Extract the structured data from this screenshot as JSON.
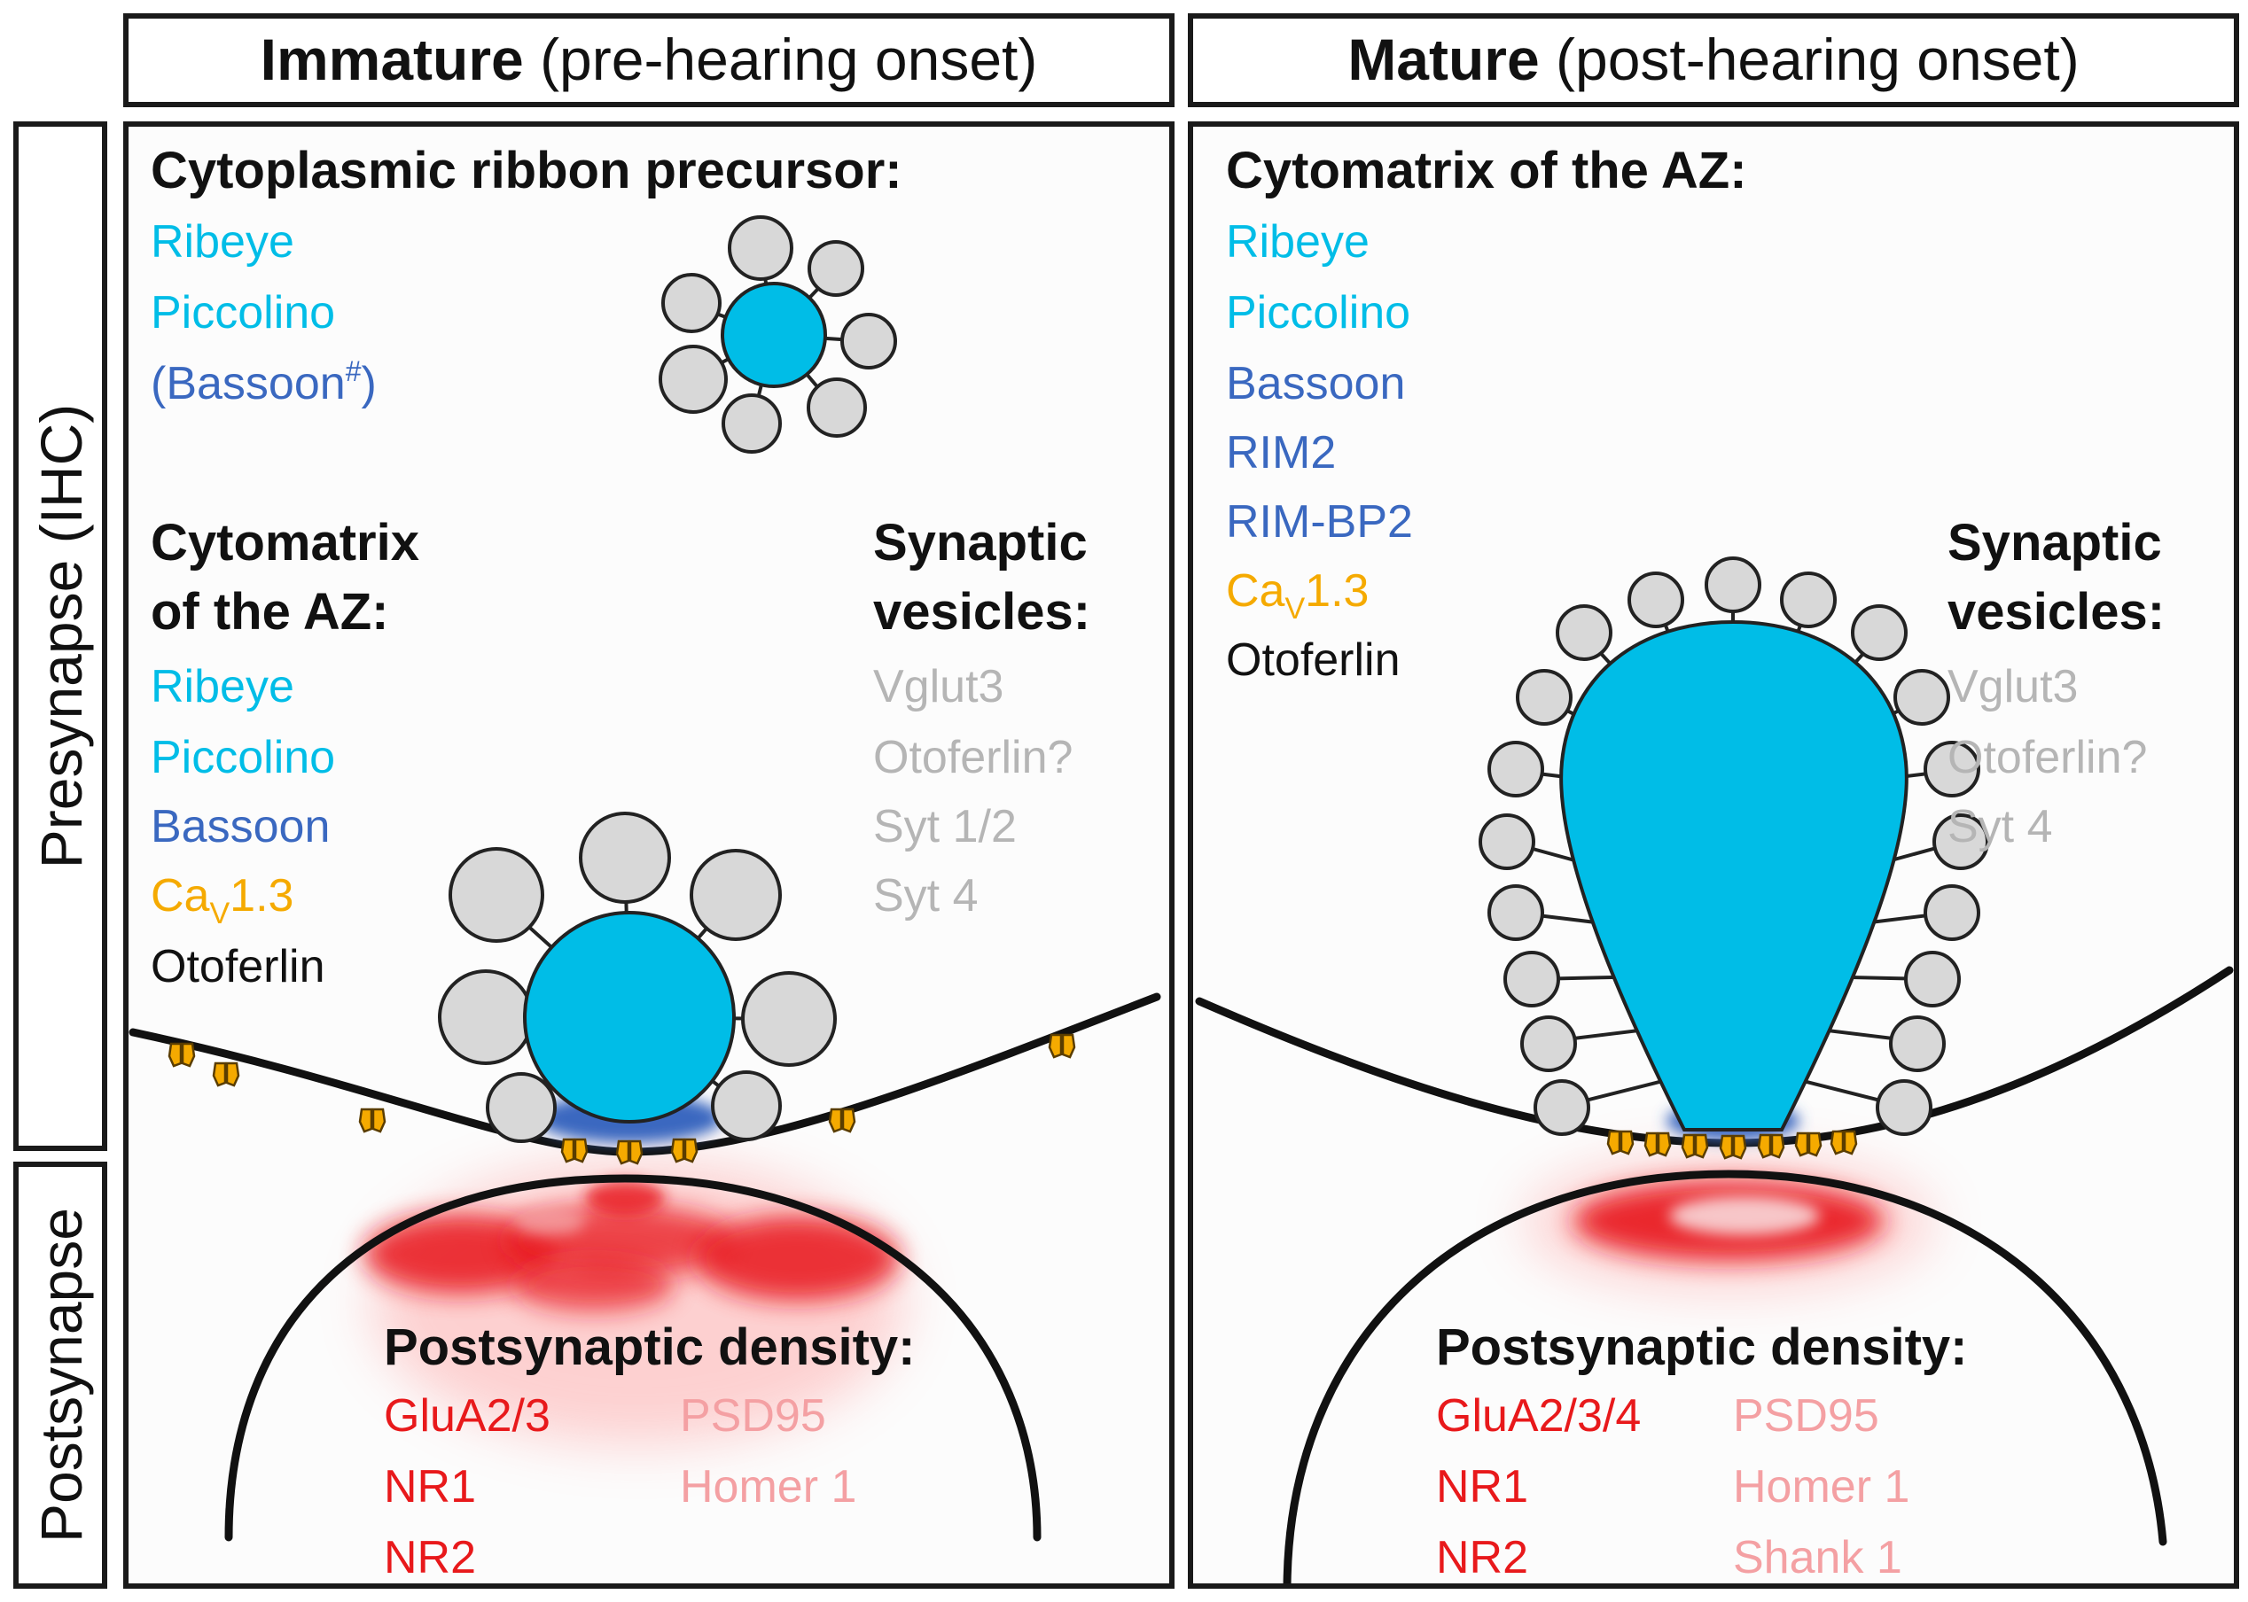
{
  "headers": {
    "immature": {
      "bold": "Immature",
      "rest": " (pre-hearing onset)"
    },
    "mature": {
      "bold": "Mature",
      "rest": " (post-hearing onset)"
    }
  },
  "side_labels": {
    "presynapse": "Presynapse (IHC)",
    "postsynapse": "Postsynapse"
  },
  "immature": {
    "precursor": {
      "heading": "Cytoplasmic ribbon precursor:",
      "items": [
        {
          "text": "Ribeye",
          "color": "#00bde7"
        },
        {
          "text": "Piccolino",
          "color": "#00bde7"
        },
        {
          "text": "(Bassoon",
          "sup": "#",
          "tail": ")",
          "color": "#3a68c0"
        }
      ]
    },
    "cytomatrix": {
      "heading_line1": "Cytomatrix",
      "heading_line2": "of the AZ:",
      "items": [
        {
          "text": "Ribeye",
          "color": "#00bde7"
        },
        {
          "text": "Piccolino",
          "color": "#00bde7"
        },
        {
          "text": "Bassoon",
          "color": "#3a68c0"
        },
        {
          "text": "Ca",
          "sub": "V",
          "tail": "1.3",
          "color": "#f5aa00"
        },
        {
          "text": "Otoferlin",
          "color": "#111111"
        }
      ]
    },
    "vesicles": {
      "heading_line1": "Synaptic",
      "heading_line2": "vesicles:",
      "items": [
        "Vglut3",
        "Otoferlin?",
        "Syt 1/2",
        "Syt 4"
      ],
      "color": "#b5b5b5"
    },
    "psd": {
      "heading": "Postsynaptic density:",
      "col1": [
        "GluA2/3",
        "NR1",
        "NR2"
      ],
      "col2": [
        "PSD95",
        "Homer 1"
      ]
    }
  },
  "mature": {
    "cytomatrix": {
      "heading": "Cytomatrix of the AZ:",
      "items": [
        {
          "text": "Ribeye",
          "color": "#00bde7"
        },
        {
          "text": "Piccolino",
          "color": "#00bde7"
        },
        {
          "text": "Bassoon",
          "color": "#3a68c0"
        },
        {
          "text": "RIM2",
          "color": "#3a68c0"
        },
        {
          "text": "RIM-BP2",
          "color": "#3a68c0"
        },
        {
          "text": "Ca",
          "sub": "V",
          "tail": "1.3",
          "color": "#f5aa00"
        },
        {
          "text": "Otoferlin",
          "color": "#111111"
        }
      ]
    },
    "vesicles": {
      "heading_line1": "Synaptic",
      "heading_line2": "vesicles:",
      "items": [
        "Vglut3",
        "Otoferlin?",
        "Syt 4"
      ],
      "color": "#b5b5b5"
    },
    "psd": {
      "heading": "Postsynaptic density:",
      "col1": [
        "GluA2/3/4",
        "NR1",
        "NR2"
      ],
      "col2": [
        "PSD95",
        "Homer 1",
        "Shank 1"
      ]
    }
  },
  "colors": {
    "ribbon": "#00bde7",
    "bassoon": "#3a68c0",
    "calcium_channel": "#f5aa00",
    "vesicle": "#d8d8d8",
    "receptor_cluster": "#e8191b",
    "scaffold": "#f4a0a3"
  }
}
